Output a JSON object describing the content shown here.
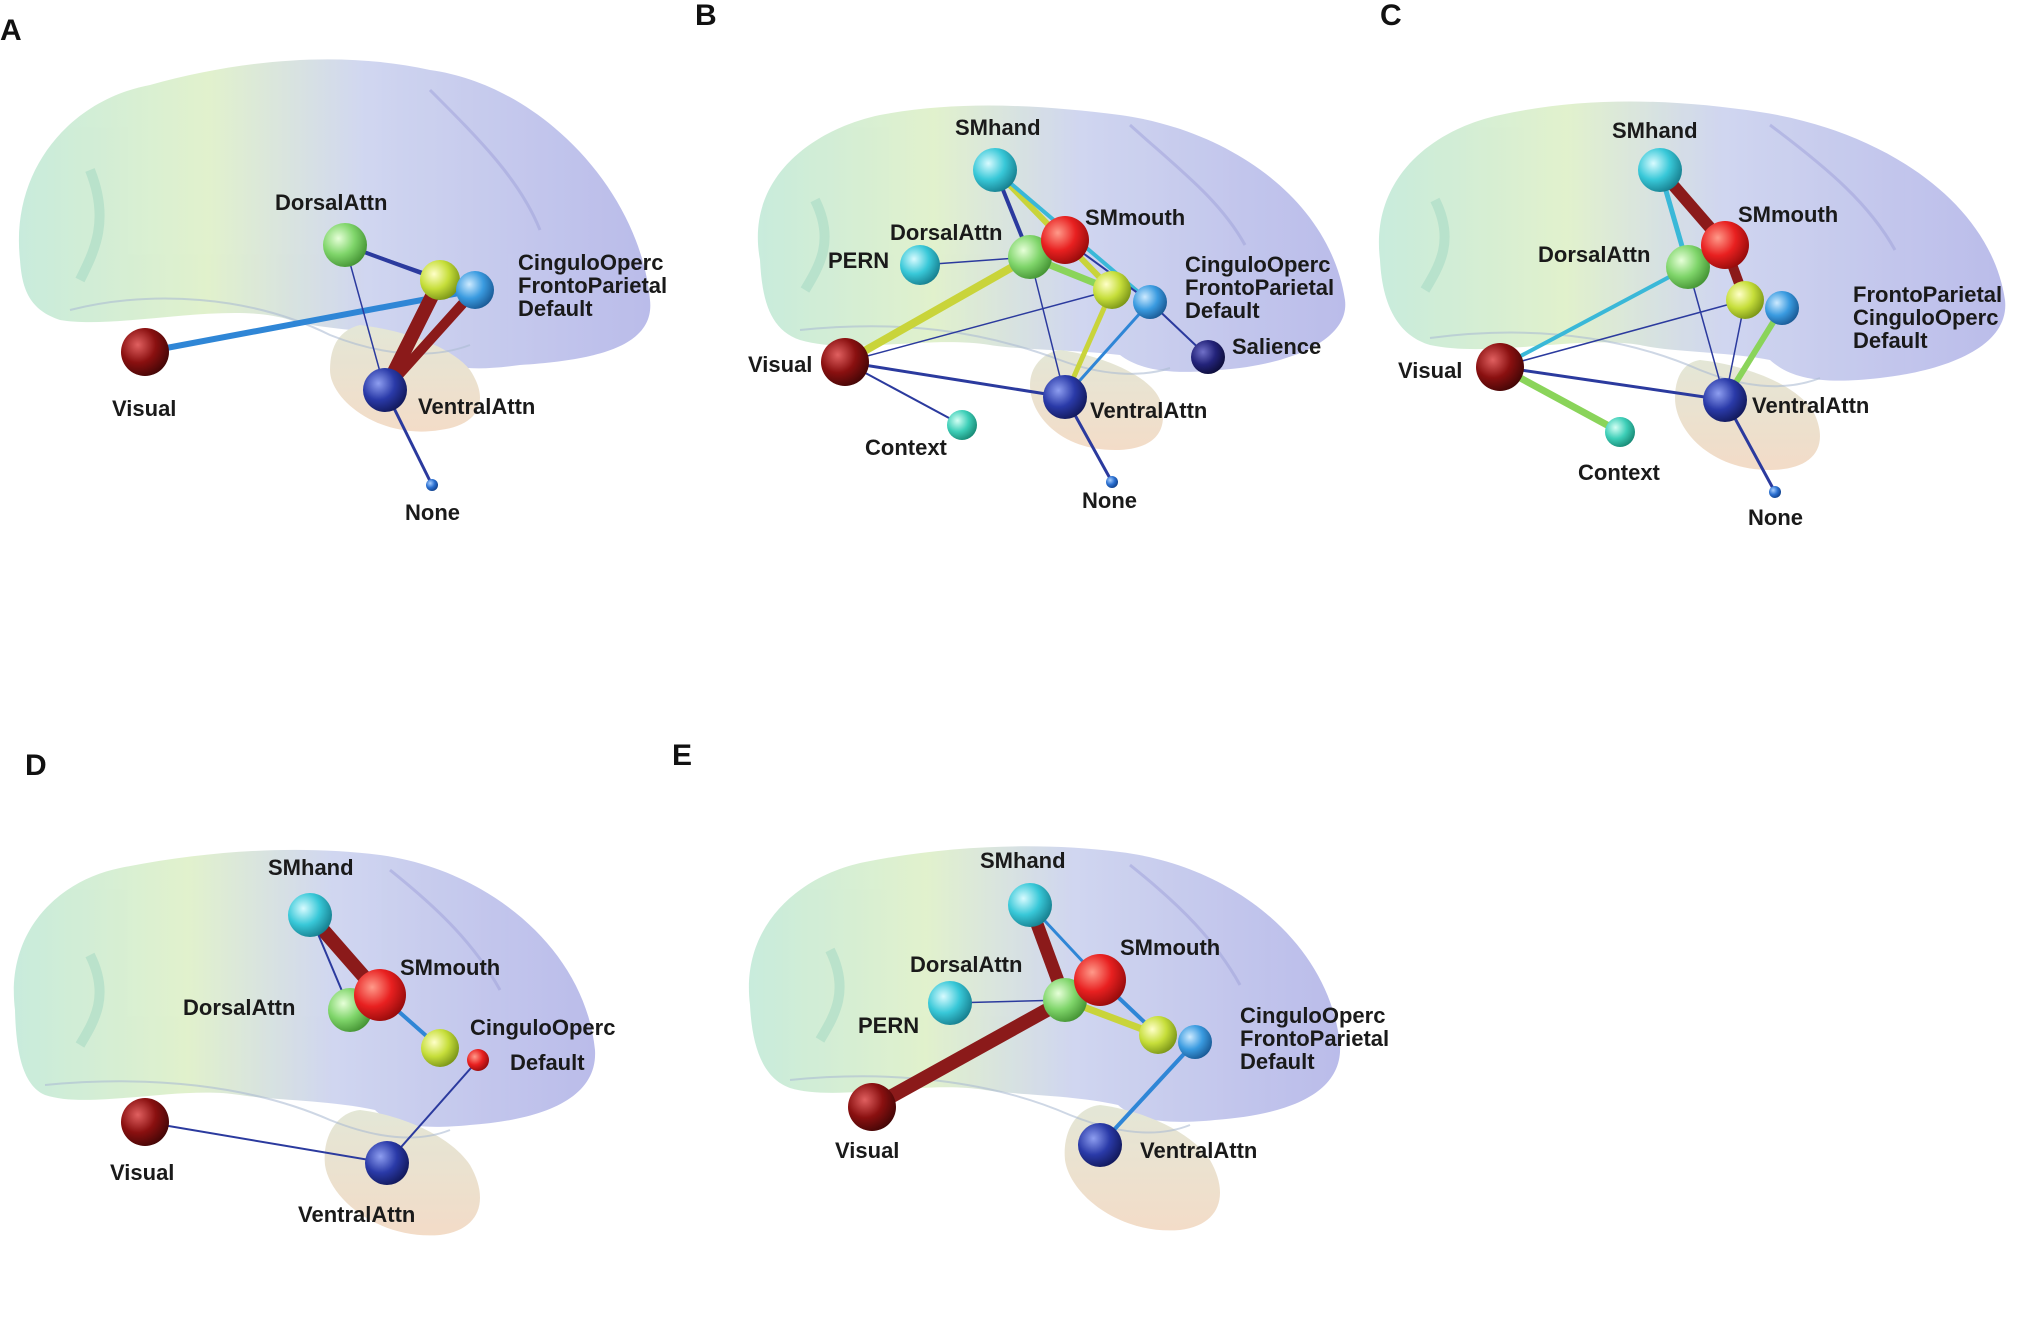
{
  "panels": [
    {
      "id": "A",
      "label": "A",
      "nodes": [
        {
          "key": "DorsalAttn",
          "color": "#7fd56a"
        },
        {
          "key": "CinguloOperc",
          "color": "#c6de3a"
        },
        {
          "key": "FrontoParietal",
          "color": "#3a9be0"
        },
        {
          "key": "Visual",
          "color": "#8a1010"
        },
        {
          "key": "VentralAttn",
          "color": "#2a3aa8"
        },
        {
          "key": "None",
          "color": "#2a6fd0"
        }
      ],
      "texts": [
        {
          "id": "dorsal",
          "text": "DorsalAttn"
        },
        {
          "id": "cingulo",
          "text": "CinguloOperc"
        },
        {
          "id": "fronto",
          "text": "FrontoParietal"
        },
        {
          "id": "default",
          "text": "Default"
        },
        {
          "id": "visual",
          "text": "Visual"
        },
        {
          "id": "ventral",
          "text": "VentralAttn"
        },
        {
          "id": "none",
          "text": "None"
        }
      ]
    },
    {
      "id": "B",
      "label": "B",
      "nodes": [
        {
          "key": "SMhand",
          "color": "#38c8d8"
        },
        {
          "key": "SMmouth",
          "color": "#e82020"
        },
        {
          "key": "DorsalAttn",
          "color": "#7fd56a"
        },
        {
          "key": "PERN",
          "color": "#38c8d8"
        },
        {
          "key": "CinguloOperc",
          "color": "#c6de3a"
        },
        {
          "key": "FrontoParietal",
          "color": "#3a9be0"
        },
        {
          "key": "Salience",
          "color": "#23237a"
        },
        {
          "key": "Visual",
          "color": "#8a1010"
        },
        {
          "key": "Context",
          "color": "#3ecfb8"
        },
        {
          "key": "VentralAttn",
          "color": "#2a3aa8"
        },
        {
          "key": "None",
          "color": "#2a6fd0"
        }
      ],
      "texts": [
        {
          "id": "smhand",
          "text": "SMhand"
        },
        {
          "id": "smmouth",
          "text": "SMmouth"
        },
        {
          "id": "dorsal",
          "text": "DorsalAttn"
        },
        {
          "id": "pern",
          "text": "PERN"
        },
        {
          "id": "cingulo",
          "text": "CinguloOperc"
        },
        {
          "id": "fronto",
          "text": "FrontoParietal"
        },
        {
          "id": "default",
          "text": "Default"
        },
        {
          "id": "salience",
          "text": "Salience"
        },
        {
          "id": "visual",
          "text": "Visual"
        },
        {
          "id": "context",
          "text": "Context"
        },
        {
          "id": "ventral",
          "text": "VentralAttn"
        },
        {
          "id": "none",
          "text": "None"
        }
      ]
    },
    {
      "id": "C",
      "label": "C",
      "nodes": [
        {
          "key": "SMhand",
          "color": "#38c8d8"
        },
        {
          "key": "SMmouth",
          "color": "#e82020"
        },
        {
          "key": "DorsalAttn",
          "color": "#7fd56a"
        },
        {
          "key": "FrontoParietal",
          "color": "#c6de3a"
        },
        {
          "key": "CinguloOperc",
          "color": "#3a9be0"
        },
        {
          "key": "Visual",
          "color": "#8a1010"
        },
        {
          "key": "Context",
          "color": "#3ecfb8"
        },
        {
          "key": "VentralAttn",
          "color": "#2a3aa8"
        },
        {
          "key": "None",
          "color": "#2a6fd0"
        }
      ],
      "texts": [
        {
          "id": "smhand",
          "text": "SMhand"
        },
        {
          "id": "smmouth",
          "text": "SMmouth"
        },
        {
          "id": "dorsal",
          "text": "DorsalAttn"
        },
        {
          "id": "fronto",
          "text": "FrontoParietal"
        },
        {
          "id": "cingulo",
          "text": "CinguloOperc"
        },
        {
          "id": "default",
          "text": "Default"
        },
        {
          "id": "visual",
          "text": "Visual"
        },
        {
          "id": "context",
          "text": "Context"
        },
        {
          "id": "ventral",
          "text": "VentralAttn"
        },
        {
          "id": "none",
          "text": "None"
        }
      ]
    },
    {
      "id": "D",
      "label": "D",
      "nodes": [
        {
          "key": "SMhand",
          "color": "#38c8d8"
        },
        {
          "key": "SMmouth",
          "color": "#e82020"
        },
        {
          "key": "DorsalAttn",
          "color": "#7fd56a"
        },
        {
          "key": "CinguloOperc",
          "color": "#c6de3a"
        },
        {
          "key": "Default",
          "color": "#e82020"
        },
        {
          "key": "Visual",
          "color": "#8a1010"
        },
        {
          "key": "VentralAttn",
          "color": "#2a3aa8"
        }
      ],
      "texts": [
        {
          "id": "smhand",
          "text": "SMhand"
        },
        {
          "id": "smmouth",
          "text": "SMmouth"
        },
        {
          "id": "dorsal",
          "text": "DorsalAttn"
        },
        {
          "id": "cingulo",
          "text": "CinguloOperc"
        },
        {
          "id": "default",
          "text": "Default"
        },
        {
          "id": "visual",
          "text": "Visual"
        },
        {
          "id": "ventral",
          "text": "VentralAttn"
        }
      ]
    },
    {
      "id": "E",
      "label": "E",
      "nodes": [
        {
          "key": "SMhand",
          "color": "#38c8d8"
        },
        {
          "key": "SMmouth",
          "color": "#e82020"
        },
        {
          "key": "DorsalAttn",
          "color": "#7fd56a"
        },
        {
          "key": "PERN",
          "color": "#38c8d8"
        },
        {
          "key": "CinguloOperc",
          "color": "#c6de3a"
        },
        {
          "key": "FrontoParietal",
          "color": "#3a9be0"
        },
        {
          "key": "Visual",
          "color": "#8a1010"
        },
        {
          "key": "VentralAttn",
          "color": "#2a3aa8"
        }
      ],
      "texts": [
        {
          "id": "smhand",
          "text": "SMhand"
        },
        {
          "id": "smmouth",
          "text": "SMmouth"
        },
        {
          "id": "dorsal",
          "text": "DorsalAttn"
        },
        {
          "id": "pern",
          "text": "PERN"
        },
        {
          "id": "cingulo",
          "text": "CinguloOperc"
        },
        {
          "id": "fronto",
          "text": "FrontoParietal"
        },
        {
          "id": "default",
          "text": "Default"
        },
        {
          "id": "visual",
          "text": "Visual"
        },
        {
          "id": "ventral",
          "text": "VentralAttn"
        }
      ]
    }
  ],
  "colors": {
    "background": "#ffffff",
    "edge_dark_blue": "#2b3a9e",
    "edge_blue": "#2f86d6",
    "edge_dark_red": "#8b1a1a",
    "edge_yellow": "#c9d43a",
    "edge_green": "#8ad45a",
    "edge_cyan": "#3ab8d8"
  }
}
